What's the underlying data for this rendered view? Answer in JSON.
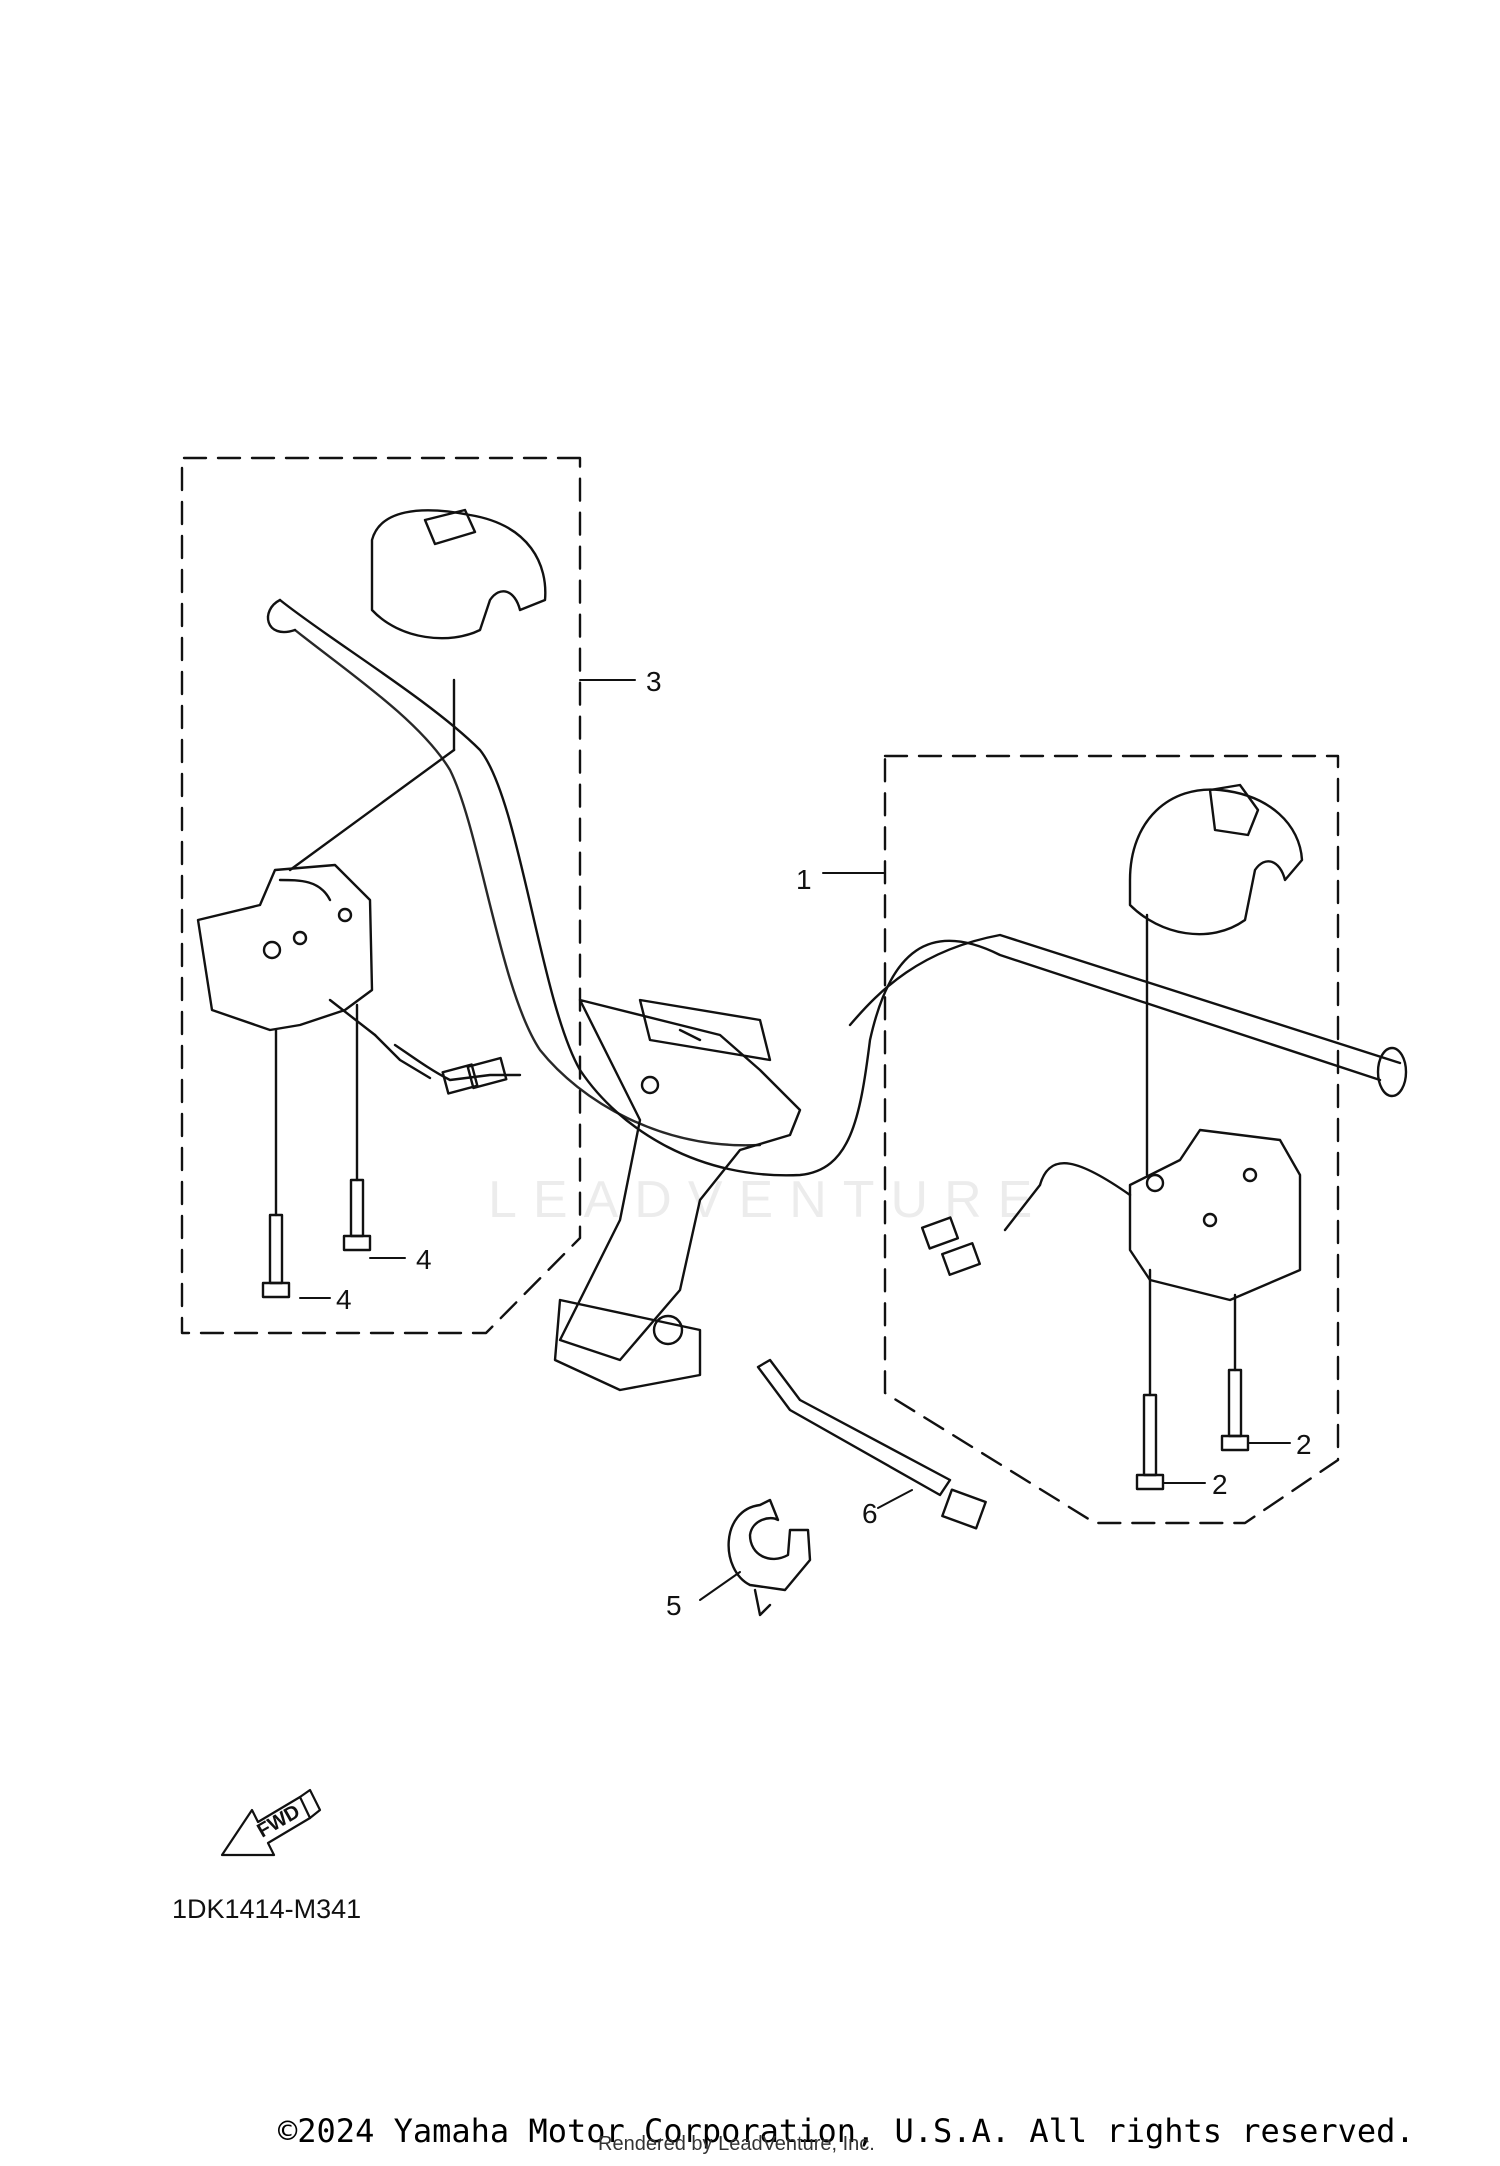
{
  "diagram": {
    "callouts": {
      "c1": "1",
      "c2a": "2",
      "c2b": "2",
      "c3": "3",
      "c4a": "4",
      "c4b": "4",
      "c5": "5",
      "c6": "6"
    },
    "fwd_label": "FWD",
    "code": "1DK1414-M341",
    "watermark": "LEADVENTURE"
  },
  "footer": {
    "copyright": "©2024 Yamaha Motor Corporation, U.S.A. All rights reserved.",
    "rendered_by": "Rendered by LeadVenture, Inc."
  },
  "colors": {
    "line": "#111111",
    "background": "#ffffff",
    "watermark": "#000000"
  }
}
